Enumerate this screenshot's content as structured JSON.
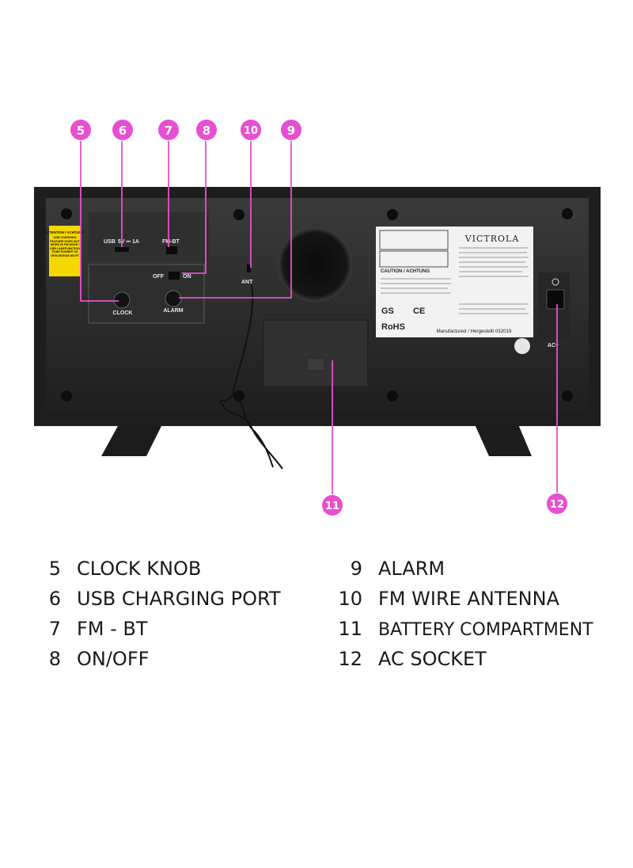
{
  "colors": {
    "marker": "#e84fd0",
    "marker_text": "#ffffff",
    "cabinet": "#2b2b2b",
    "panel": "#3a3a3a",
    "label_white": "#f2f2f2",
    "warning_yellow": "#f5d800"
  },
  "callouts": [
    {
      "id": "5",
      "label": "5"
    },
    {
      "id": "6",
      "label": "6"
    },
    {
      "id": "7",
      "label": "7"
    },
    {
      "id": "8",
      "label": "8"
    },
    {
      "id": "10",
      "label": "10"
    },
    {
      "id": "9",
      "label": "9"
    },
    {
      "id": "11",
      "label": "11"
    },
    {
      "id": "12",
      "label": "12"
    }
  ],
  "device": {
    "attention_title": "ATTENTION / ACHTUNG:",
    "attention_body": "USB CHARGING FEATURE DOES NOT WORK IN FM MODE / USB LADEFUNKTION FUNKTIONIERT IM UKW-MODUS NICHT",
    "usb_label": "USB",
    "usb_rating": "5V ⎓ 1A",
    "fmbt_label": "FM-BT",
    "off_label": "OFF",
    "on_label": "ON",
    "ant_label": "ANT",
    "clock_label": "CLOCK",
    "alarm_label": "ALARM",
    "caution_label": "CAUTION / ACHTUNG",
    "brand": "VICTROLA",
    "rohs": "RoHS",
    "cert_gs": "GS",
    "cert_ce": "CE",
    "manufactured": "Manufactured / Hergestellt 032019",
    "ac_label": "AC~"
  },
  "legend": {
    "left": [
      {
        "num": "5",
        "text": "CLOCK KNOB"
      },
      {
        "num": "6",
        "text": "USB CHARGING PORT"
      },
      {
        "num": "7",
        "text": "FM - BT"
      },
      {
        "num": "8",
        "text": "ON/OFF"
      }
    ],
    "right": [
      {
        "num": "9",
        "text": "ALARM"
      },
      {
        "num": "10",
        "text": "FM WIRE ANTENNA"
      },
      {
        "num": "11",
        "text": "BATTERY COMPARTMENT"
      },
      {
        "num": "12",
        "text": "AC SOCKET"
      }
    ]
  }
}
